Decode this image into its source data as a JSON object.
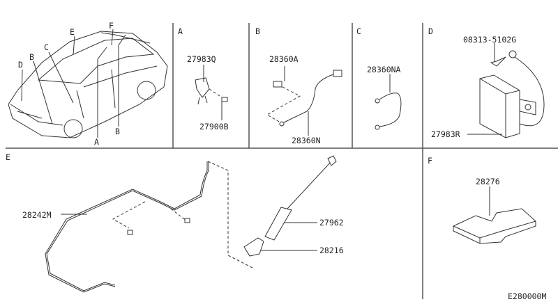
{
  "overview": {
    "callouts": [
      "D",
      "B",
      "C",
      "E",
      "F",
      "A",
      "B"
    ]
  },
  "sections": {
    "A": {
      "letter": "A",
      "parts": [
        "27983Q",
        "27900B"
      ]
    },
    "B": {
      "letter": "B",
      "parts": [
        "28360A",
        "28360N"
      ]
    },
    "C": {
      "letter": "C",
      "parts": [
        "28360NA"
      ]
    },
    "D": {
      "letter": "D",
      "parts": [
        "08313-5102G",
        "27983R"
      ]
    },
    "E": {
      "letter": "E",
      "parts": [
        "28242M",
        "27962",
        "28216"
      ]
    },
    "F": {
      "letter": "F",
      "parts": [
        "28276"
      ]
    }
  },
  "diagram_code": "E280000M"
}
